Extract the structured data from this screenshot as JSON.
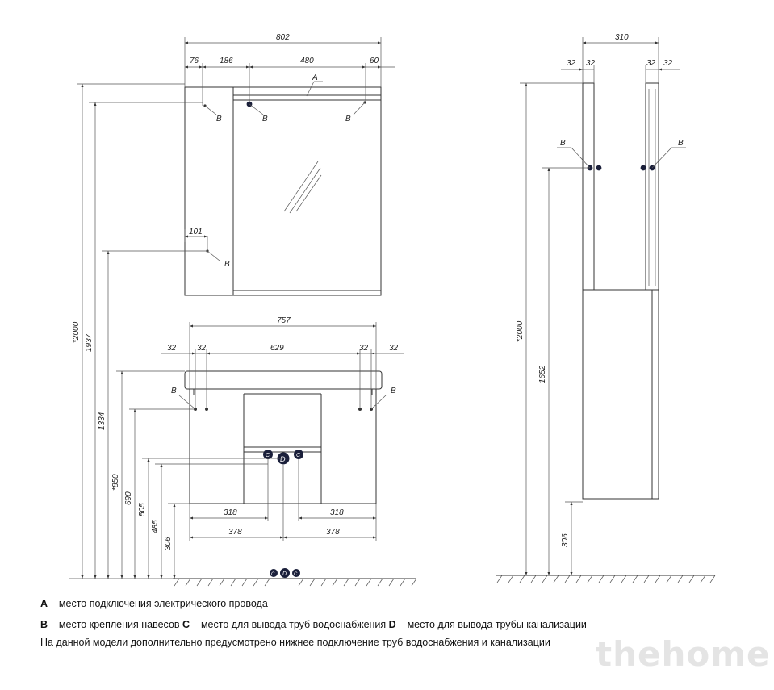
{
  "dimensions": {
    "front_mirror": {
      "total_width": "802",
      "left_offset": "76",
      "hinge_span": "186",
      "mirror_width": "480",
      "right_offset": "60",
      "hinge_side": "101"
    },
    "front_vanity": {
      "total_width": "757",
      "side_left": "32",
      "inner_left": "32",
      "inner_width": "629",
      "inner_right": "32",
      "side_right": "32",
      "pipe_left": "318",
      "pipe_right": "318",
      "drain_left": "378",
      "drain_right": "378"
    },
    "heights": {
      "h2000": "*2000",
      "h1937": "1937",
      "h1334": "1334",
      "h850": "*850",
      "h690": "690",
      "h505": "505",
      "h485": "485",
      "h306": "306"
    },
    "side": {
      "depth": "310",
      "l1": "32",
      "l2": "32",
      "r1": "32",
      "r2": "32",
      "h2000": "*2000",
      "h1652": "1652",
      "h306": "306"
    }
  },
  "markers": {
    "a": "A",
    "b": "B",
    "c": "C",
    "d": "D"
  },
  "legend": [
    {
      "key": "A",
      "text": " – место подключения электрического провода"
    },
    {
      "key": "B",
      "text": " – место крепления навесов  ",
      "key2": "C",
      "text2": " – место для вывода труб водоснабжения   ",
      "key3": "D",
      "text3": " – место для вывода трубы канализации"
    },
    {
      "text": "На данной модели дополнительно предусмотрено нижнее подключение труб водоснабжения и канализации"
    }
  ],
  "watermark": "thehome"
}
